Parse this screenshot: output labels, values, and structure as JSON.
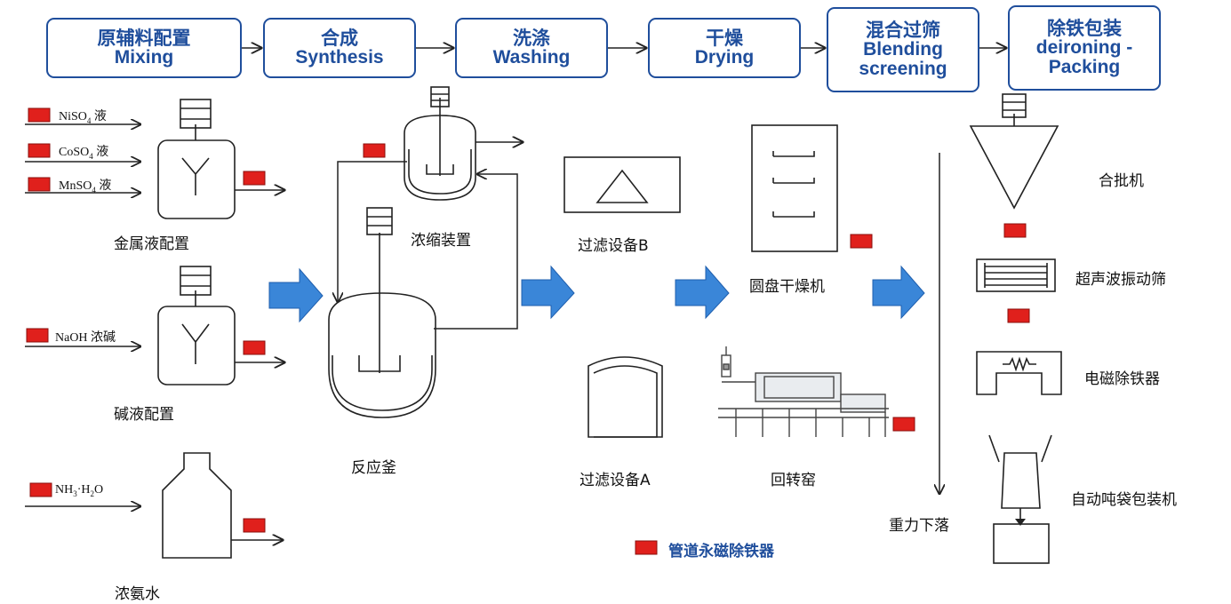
{
  "stages": [
    {
      "cn": "原辅料配置",
      "en": "Mixing"
    },
    {
      "cn": "合成",
      "en": "Synthesis"
    },
    {
      "cn": "洗涤",
      "en": "Washing"
    },
    {
      "cn": "干燥",
      "en": "Drying"
    },
    {
      "cn": "混合过筛",
      "en": "Blending screening"
    },
    {
      "cn": "除铁包装",
      "en": "deironing -Packing"
    }
  ],
  "inputs": {
    "niso4": {
      "main": "NiSO",
      "sub": "4",
      "suffix": " 液"
    },
    "coso4": {
      "main": "CoSO",
      "sub": "4",
      "suffix": " 液"
    },
    "mnso4": {
      "main": "MnSO",
      "sub": "4",
      "suffix": " 液"
    },
    "naoh": "NaOH 浓碱",
    "nh3": {
      "a": "NH",
      "sub": "3",
      "b": "·H",
      "sub2": "2",
      "c": "O"
    }
  },
  "equipment": {
    "metal_solution": "金属液配置",
    "alkali_solution": "碱液配置",
    "ammonia": "浓氨水",
    "concentrator": "浓缩装置",
    "reactor": "反应釜",
    "filter_b": "过滤设备B",
    "filter_a": "过滤设备A",
    "disc_dryer": "圆盘干燥机",
    "rotary_kiln": "回转窑",
    "gravity_drop": "重力下落",
    "batch_mixer": "合批机",
    "ultrasonic_sieve": "超声波振动筛",
    "electromagnetic_deironer": "电磁除铁器",
    "auto_bagging": "自动吨袋包装机"
  },
  "legend": {
    "label": "管道永磁除铁器"
  },
  "colors": {
    "primary": "#1f4e9c",
    "arrow_fill": "#3a86d8",
    "magnet": "#e0201c",
    "line": "#222222"
  }
}
